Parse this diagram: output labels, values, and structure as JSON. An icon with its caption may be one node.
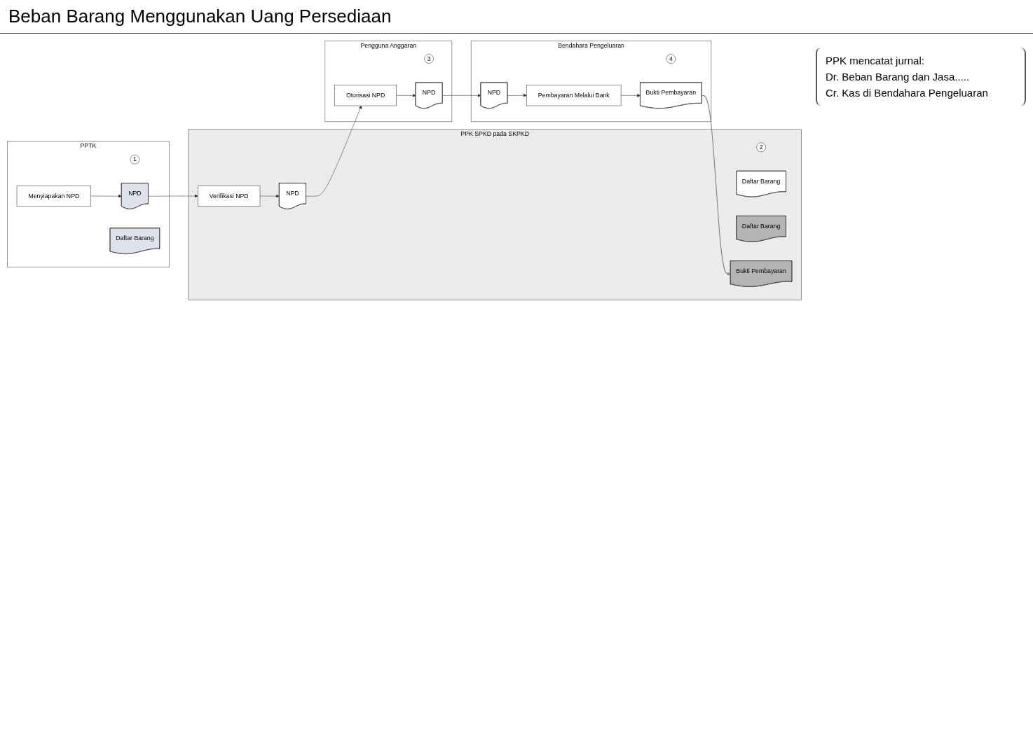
{
  "diagram": {
    "title": "Beban Barang Menggunakan Uang Persediaan",
    "nodes": [
      {
        "text": [
          "Pengguna Anggaran"
        ]
      },
      {
        "text": [
          "PPTK"
        ]
      },
      {
        "text": [
          "PPK SPKD pada SKPKD"
        ]
      },
      {
        "text": [
          "Bendahara Pengeluaran"
        ]
      },
      {
        "text": [
          "Menyiapakan NPD"
        ],
        "in": 1
      },
      {
        "text": [
          "1"
        ],
        "in": 1
      },
      {
        "text": [
          "NPD"
        ],
        "in": 1
      },
      {
        "text": [
          "Daftar Barang"
        ],
        "in": 1
      },
      {
        "text": [
          "2"
        ],
        "in": 2
      },
      {
        "text": [
          "Verifikasi NPD"
        ],
        "in": 2
      },
      {
        "text": [
          "NPD"
        ],
        "in": 2
      },
      {
        "text": [
          "Daftar Barang"
        ],
        "in": 2
      },
      {
        "text": [
          "3"
        ],
        "in": 0
      },
      {
        "text": [
          "Otorisasi NPD"
        ],
        "in": 0
      },
      {
        "text": [
          "NPD"
        ],
        "in": 0
      },
      {
        "text": [
          "NPD"
        ],
        "in": 3
      },
      {
        "text": [
          "Pembayaran Melalui Bank"
        ],
        "in": 3
      },
      {
        "text": [
          "4"
        ],
        "in": 3
      },
      {
        "text": [
          "Daftar Barang"
        ],
        "in": 2
      },
      {
        "text": [
          "Bukti Pembayaran"
        ],
        "in": 2
      },
      {
        "text": [
          "Bukti Pembayaran"
        ],
        "in": 3
      }
    ],
    "edges": [
      {
        "from": 4,
        "to": 6,
        "arrow": "to"
      },
      {
        "from": 6,
        "to": 9,
        "arrow": "to"
      },
      {
        "from": 9,
        "to": 10,
        "arrow": "to"
      },
      {
        "from": 10,
        "to": 13,
        "arrow": "to"
      },
      {
        "from": 13,
        "to": 14,
        "arrow": "to"
      },
      {
        "from": 14,
        "to": 15,
        "arrow": "to"
      },
      {
        "from": 15,
        "to": 16,
        "arrow": "to"
      },
      {
        "from": 16,
        "to": 20,
        "arrow": "to"
      },
      {
        "from": 20,
        "to": 19,
        "arrow": "to",
        "color": "#808080"
      }
    ],
    "labels": [
      "PPK mencatat jurnal:",
      "Dr. Beban Barang dan Jasa.....",
      "Cr. Kas di Bendahara Pengeluaran"
    ]
  }
}
